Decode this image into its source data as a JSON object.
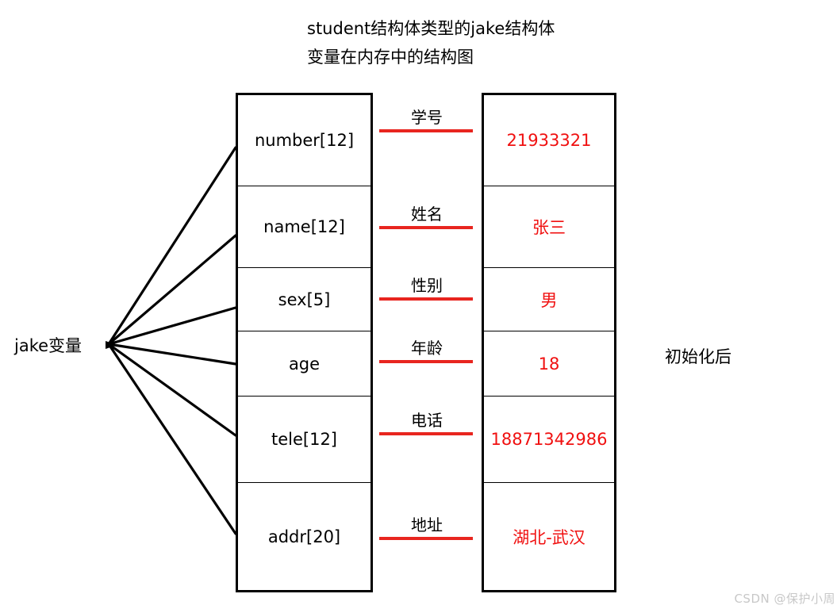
{
  "title": {
    "line1": "student结构体类型的jake结构体",
    "line2": "变量在内存中的结构图"
  },
  "variable_label": "jake变量",
  "side_note": "初始化后",
  "watermark": "CSDN @保护小周",
  "colors": {
    "value_red": "#f01010",
    "rule_red": "#e8251f",
    "outline_black": "#000000"
  },
  "struct_fields": [
    {
      "name": "number[12]",
      "label": "学号",
      "value": "21933321"
    },
    {
      "name": "name[12]",
      "label": "姓名",
      "value": "张三"
    },
    {
      "name": "sex[5]",
      "label": "性别",
      "value": "男"
    },
    {
      "name": "age",
      "label": "年龄",
      "value": "18"
    },
    {
      "name": "tele[12]",
      "label": "电话",
      "value": "18871342986"
    },
    {
      "name": "addr[20]",
      "label": "地址",
      "value": "湖北-武汉"
    }
  ]
}
